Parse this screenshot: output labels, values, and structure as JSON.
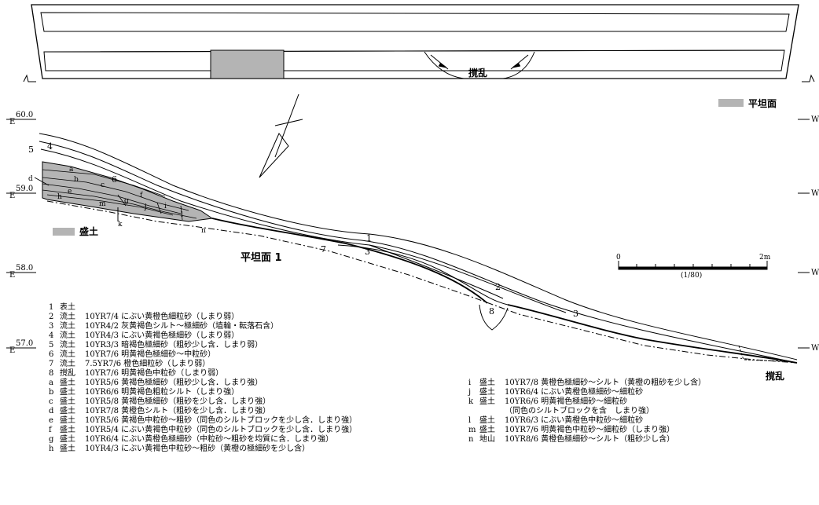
{
  "plan": {
    "disturbance_label": "撹乱",
    "left_marker": "A",
    "right_marker": "A"
  },
  "section": {
    "elevations": [
      {
        "label": "60.0",
        "prefix": "E"
      },
      {
        "label": "59.0",
        "prefix": "E"
      },
      {
        "label": "58.0",
        "prefix": "E"
      },
      {
        "label": "57.0",
        "prefix": "E"
      }
    ],
    "right_marker": "W",
    "flat_surface_label": "平坦面 1",
    "disturbance_label": "撹乱",
    "layer_numbers": [
      "1",
      "2",
      "3",
      "3",
      "4",
      "5",
      "6",
      "7",
      "8"
    ],
    "fill_letters": [
      "a",
      "b",
      "c",
      "d",
      "e",
      "f",
      "g",
      "h",
      "i",
      "j",
      "k",
      "l",
      "m",
      "n"
    ]
  },
  "keys": {
    "flat_surface": "平坦面",
    "fill": "盛土"
  },
  "scale": {
    "start": "0",
    "end": "2m",
    "ratio": "(1/80)"
  },
  "legend_left": [
    {
      "key": "1",
      "name": "表土",
      "desc": ""
    },
    {
      "key": "2",
      "name": "流土",
      "desc": "10YR7/4 にぶい黄橙色細粒砂（しまり弱）"
    },
    {
      "key": "3",
      "name": "流土",
      "desc": "10YR4/2 灰黄褐色シルト～極細砂（埴輪・転落石含）"
    },
    {
      "key": "4",
      "name": "流土",
      "desc": "10YR4/3 にぶい黄褐色極細砂（しまり弱）"
    },
    {
      "key": "5",
      "name": "流土",
      "desc": "10YR3/3 暗褐色極細砂（粗砂少し含．しまり弱）"
    },
    {
      "key": "6",
      "name": "流土",
      "desc": "10YR7/6 明黄褐色極細砂～中粒砂）"
    },
    {
      "key": "7",
      "name": "流土",
      "desc": "7.5YR7/6 橙色細粒砂（しまり弱）"
    },
    {
      "key": "8",
      "name": "撹乱",
      "desc": "10YR7/6 明黄褐色中粒砂（しまり弱）"
    },
    {
      "key": "a",
      "name": "盛土",
      "desc": "10YR5/6 黄褐色極細砂（粗砂少し含．しまり強）"
    },
    {
      "key": "b",
      "name": "盛土",
      "desc": "10YR6/6 明黄褐色粗粒シルト（しまり強）"
    },
    {
      "key": "c",
      "name": "盛土",
      "desc": "10YR5/8 黄褐色極細砂（粗砂を少し含．しまり強）"
    },
    {
      "key": "d",
      "name": "盛土",
      "desc": "10YR7/8 黄橙色シルト（粗砂を少し含．しまり強）"
    },
    {
      "key": "e",
      "name": "盛土",
      "desc": "10YR5/6 黄褐色中粒砂～粗砂（同色のシルトブロックを少し含．しまり強）"
    },
    {
      "key": "f",
      "name": "盛土",
      "desc": "10YR5/4 にぶい黄褐色中粒砂（同色のシルトブロックを少し含．しまり強）"
    },
    {
      "key": "g",
      "name": "盛土",
      "desc": "10YR6/4 にぶい黄橙色極細砂（中粒砂～粗砂を均質に含．しまり強）"
    },
    {
      "key": "h",
      "name": "盛土",
      "desc": "10YR4/3 にぶい黄褐色中粒砂～粗砂（黄橙の極細砂を少し含）"
    }
  ],
  "legend_right": [
    {
      "key": "i",
      "name": "盛土",
      "desc": "10YR7/8 黄橙色極細砂～シルト（黄橙の粗砂を少し含）"
    },
    {
      "key": "j",
      "name": "盛土",
      "desc": "10YR6/4 にぶい黄橙色極細砂～細粒砂"
    },
    {
      "key": "k",
      "name": "盛土",
      "desc": "10YR6/6 明黄褐色極細砂～細粒砂"
    },
    {
      "key": "",
      "name": "",
      "desc": "（同色のシルトブロックを含　しまり強）"
    },
    {
      "key": "l",
      "name": "盛土",
      "desc": "10YR6/3 にぶい黄橙色中粒砂～細粒砂"
    },
    {
      "key": "m",
      "name": "盛土",
      "desc": "10YR7/6 明黄褐色中粒砂～細粒砂（しまり強）"
    },
    {
      "key": "n",
      "name": "地山",
      "desc": "10YR8/6 黄橙色極細砂～シルト（粗砂少し含）"
    }
  ],
  "colors": {
    "fill_gray": "#b4b4b4",
    "line": "#000000"
  }
}
